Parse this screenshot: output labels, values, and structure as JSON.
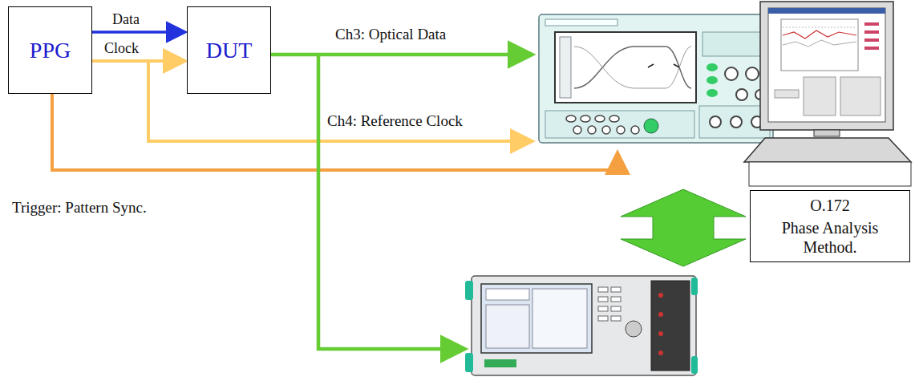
{
  "diagram": {
    "nodes": [
      {
        "text": [
          "PPG"
        ]
      },
      {
        "text": [
          "DUT"
        ]
      },
      {
        "text": [
          "O.172",
          "Phase Analysis Method."
        ]
      }
    ],
    "edges": [
      {
        "from": 0,
        "to": 1,
        "label": "Data",
        "arrow": "to"
      },
      {
        "from": 0,
        "to": 1,
        "label": "Clock",
        "arrow": "to"
      }
    ],
    "labels": [
      "Ch3: Optical Data",
      "Ch4: Reference Clock",
      "Trigger: Pattern Sync."
    ]
  }
}
